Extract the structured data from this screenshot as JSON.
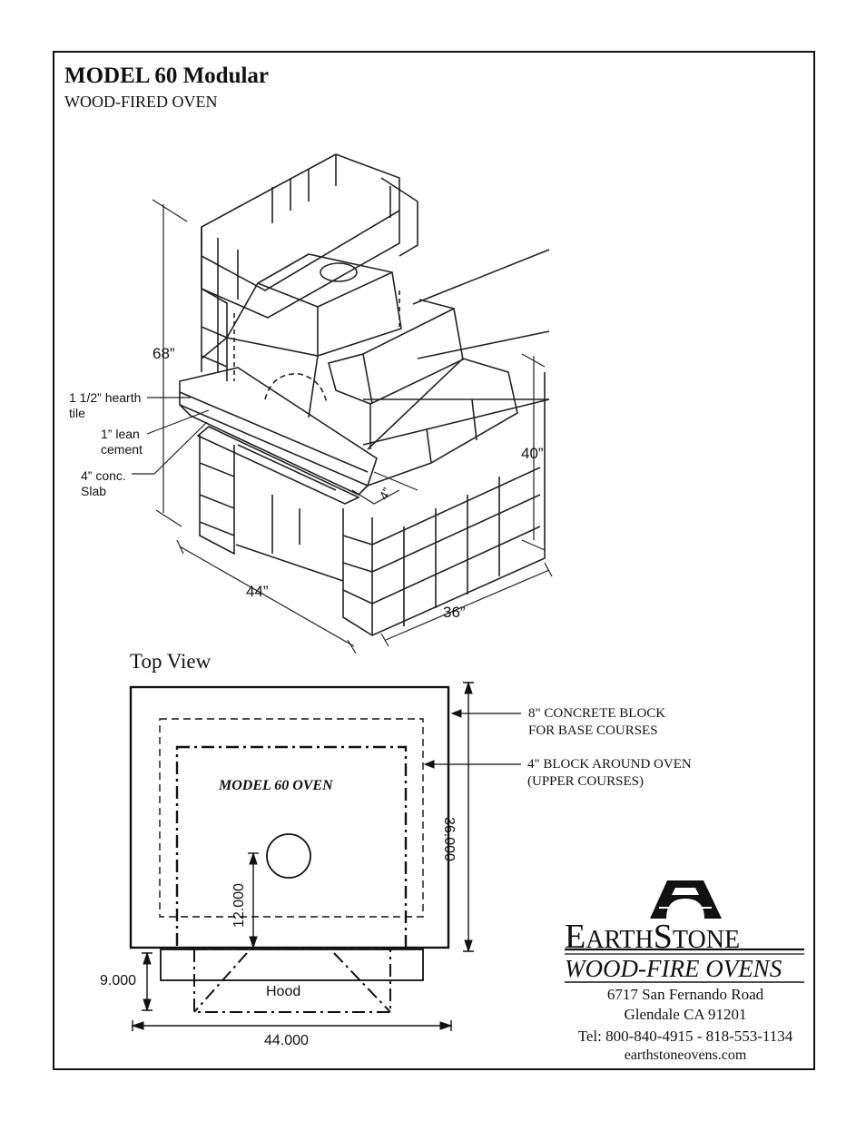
{
  "header": {
    "title": "MODEL 60 Modular",
    "subtitle": "WOOD-FIRED OVEN"
  },
  "iso_view": {
    "labels": {
      "hearth_tile": "1 1/2” hearth\ntile",
      "lean_cement": "1” lean\ncement",
      "conc_slab": "4” conc.\nSlab"
    },
    "dimensions": {
      "height_total": "68”",
      "height_base": "40”",
      "width": "44”",
      "depth": "36”",
      "slab_edge": "4”"
    }
  },
  "top_view": {
    "title": "Top View",
    "oven_label": "MODEL 60 OVEN",
    "hood_label": "Hood",
    "notes": {
      "concrete_block": "8\" CONCRETE BLOCK\nFOR BASE COURSES",
      "oven_block": "4\" BLOCK AROUND OVEN\n(UPPER COURSES)"
    },
    "dimensions": {
      "depth": "36.000",
      "flue_offset": "12.000",
      "hood_depth": "9.000",
      "width": "44.000"
    }
  },
  "company": {
    "brand_first_initial": "E",
    "brand_first_rest": "ARTH",
    "brand_second_initial": "S",
    "brand_second_rest": "TONE",
    "tagline": "WOOD-FIRE OVENS",
    "address_line1": "6717 San Fernando Road",
    "address_line2": "Glendale  CA  91201",
    "phone": "Tel:  800-840-4915 - 818-553-1134",
    "website": "earthstoneovens.com"
  }
}
